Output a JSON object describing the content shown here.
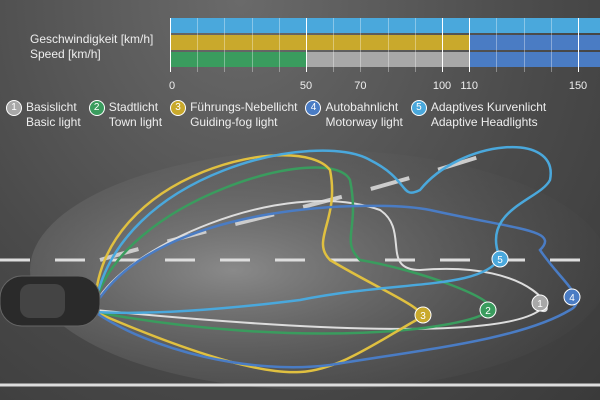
{
  "axis": {
    "label_de": "Geschwindigkeit [km/h]",
    "label_en": "Speed [km/h]",
    "ticks": [
      "0",
      "50",
      "70",
      "100",
      "110",
      "150"
    ]
  },
  "chart_data": {
    "type": "bar",
    "xlabel": "Geschwindigkeit [km/h] / Speed [km/h]",
    "xlim": [
      0,
      160
    ],
    "rows": [
      [
        {
          "mode": "Adaptive Headlights",
          "from": 0,
          "to": 160,
          "color": "#4aa8dc"
        }
      ],
      [
        {
          "mode": "Guiding-fog light",
          "from": 0,
          "to": 110,
          "color": "#c9a92c"
        },
        {
          "mode": "Motorway light",
          "from": 110,
          "to": 160,
          "color": "#4a7cc4"
        }
      ],
      [
        {
          "mode": "Town light",
          "from": 0,
          "to": 50,
          "color": "#3a9c5e"
        },
        {
          "mode": "Basic light",
          "from": 50,
          "to": 110,
          "color": "#a8a8a8"
        },
        {
          "mode": "Motorway light",
          "from": 110,
          "to": 160,
          "color": "#4a7cc4"
        }
      ]
    ]
  },
  "legend": [
    {
      "num": "1",
      "de": "Basislicht",
      "en": "Basic light",
      "color": "#a8a8a8"
    },
    {
      "num": "2",
      "de": "Stadtlicht",
      "en": "Town light",
      "color": "#3a9c5e"
    },
    {
      "num": "3",
      "de": "Führungs-Nebellicht",
      "en": "Guiding-fog light",
      "color": "#c9a92c"
    },
    {
      "num": "4",
      "de": "Autobahnlicht",
      "en": "Motorway light",
      "color": "#4a7cc4"
    },
    {
      "num": "5",
      "de": "Adaptives Kurvenlicht",
      "en": "Adaptive Headlights",
      "color": "#4aa8dc"
    }
  ]
}
